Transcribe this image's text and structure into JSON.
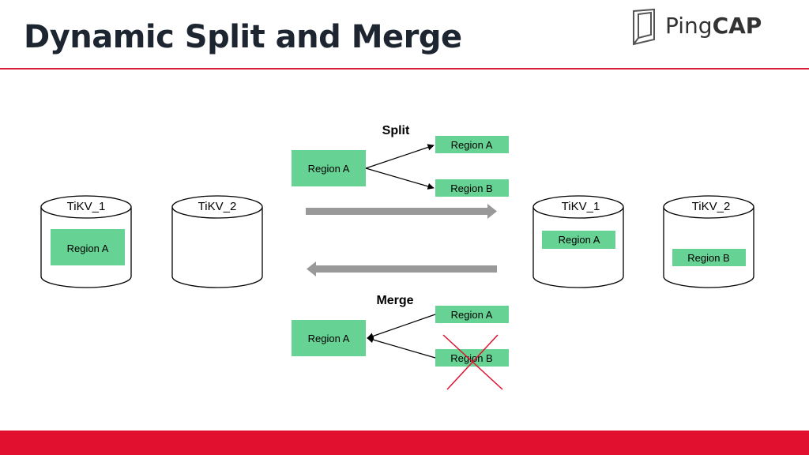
{
  "slide": {
    "title": "Dynamic Split and Merge"
  },
  "logo": {
    "text_light": "Ping",
    "text_bold": "CAP"
  },
  "colors": {
    "accent_red": "#e0102e",
    "region_green": "#66d395",
    "arrow_gray": "#999999",
    "cross_red": "#e0102e"
  },
  "left_cluster": {
    "tikv1_label": "TiKV_1",
    "tikv1_region": "Region A",
    "tikv2_label": "TiKV_2"
  },
  "right_cluster": {
    "tikv1_label": "TiKV_1",
    "tikv1_region": "Region A",
    "tikv2_label": "TiKV_2",
    "tikv2_region": "Region B"
  },
  "split": {
    "label": "Split",
    "source": "Region A",
    "target_a": "Region A",
    "target_b": "Region B"
  },
  "merge": {
    "label": "Merge",
    "target": "Region A",
    "source_a": "Region A",
    "source_b": "Region B"
  }
}
